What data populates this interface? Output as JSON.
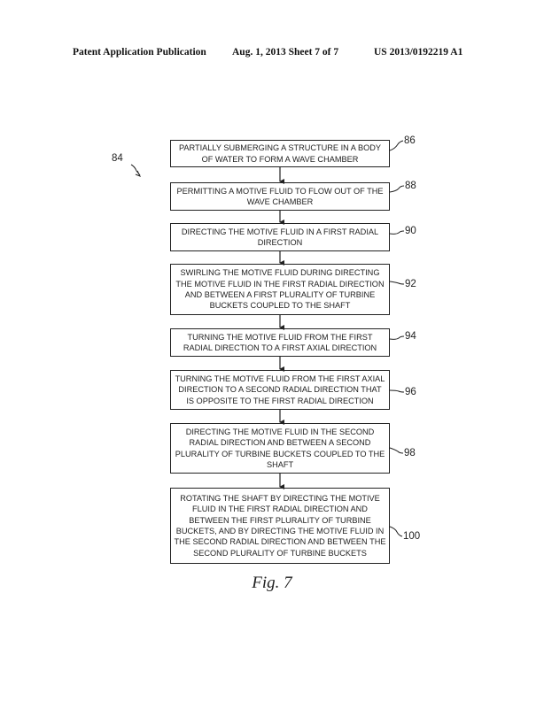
{
  "header": {
    "publication": "Patent Application Publication",
    "date_sheet": "Aug. 1, 2013   Sheet 7 of 7",
    "number": "US 2013/0192219 A1"
  },
  "diagram": {
    "overall_ref": "84",
    "steps": [
      {
        "ref": "86",
        "text": "PARTIALLY SUBMERGING A STRUCTURE IN A BODY OF WATER TO FORM A WAVE CHAMBER"
      },
      {
        "ref": "88",
        "text": "PERMITTING A MOTIVE FLUID TO FLOW OUT OF THE WAVE CHAMBER"
      },
      {
        "ref": "90",
        "text": "DIRECTING THE MOTIVE FLUID IN A FIRST RADIAL DIRECTION"
      },
      {
        "ref": "92",
        "text": "SWIRLING THE MOTIVE FLUID DURING DIRECTING THE MOTIVE FLUID IN THE FIRST RADIAL DIRECTION AND BETWEEN A FIRST PLURALITY OF TURBINE BUCKETS COUPLED TO THE SHAFT"
      },
      {
        "ref": "94",
        "text": "TURNING THE MOTIVE FLUID FROM THE FIRST RADIAL DIRECTION TO A FIRST AXIAL DIRECTION"
      },
      {
        "ref": "96",
        "text": "TURNING THE MOTIVE FLUID FROM THE FIRST AXIAL DIRECTION TO A SECOND RADIAL DIRECTION THAT IS OPPOSITE TO THE FIRST RADIAL DIRECTION"
      },
      {
        "ref": "98",
        "text": "DIRECTING THE MOTIVE FLUID IN THE SECOND RADIAL DIRECTION AND BETWEEN A SECOND PLURALITY OF TURBINE BUCKETS COUPLED TO THE SHAFT"
      },
      {
        "ref": "100",
        "text": "ROTATING THE SHAFT BY DIRECTING THE MOTIVE FLUID IN THE FIRST RADIAL DIRECTION AND BETWEEN THE FIRST PLURALITY OF TURBINE BUCKETS, AND BY DIRECTING THE MOTIVE FLUID IN THE SECOND RADIAL DIRECTION AND BETWEEN THE SECOND PLURALITY OF TURBINE BUCKETS"
      }
    ],
    "figure_label": "Fig. 7"
  }
}
